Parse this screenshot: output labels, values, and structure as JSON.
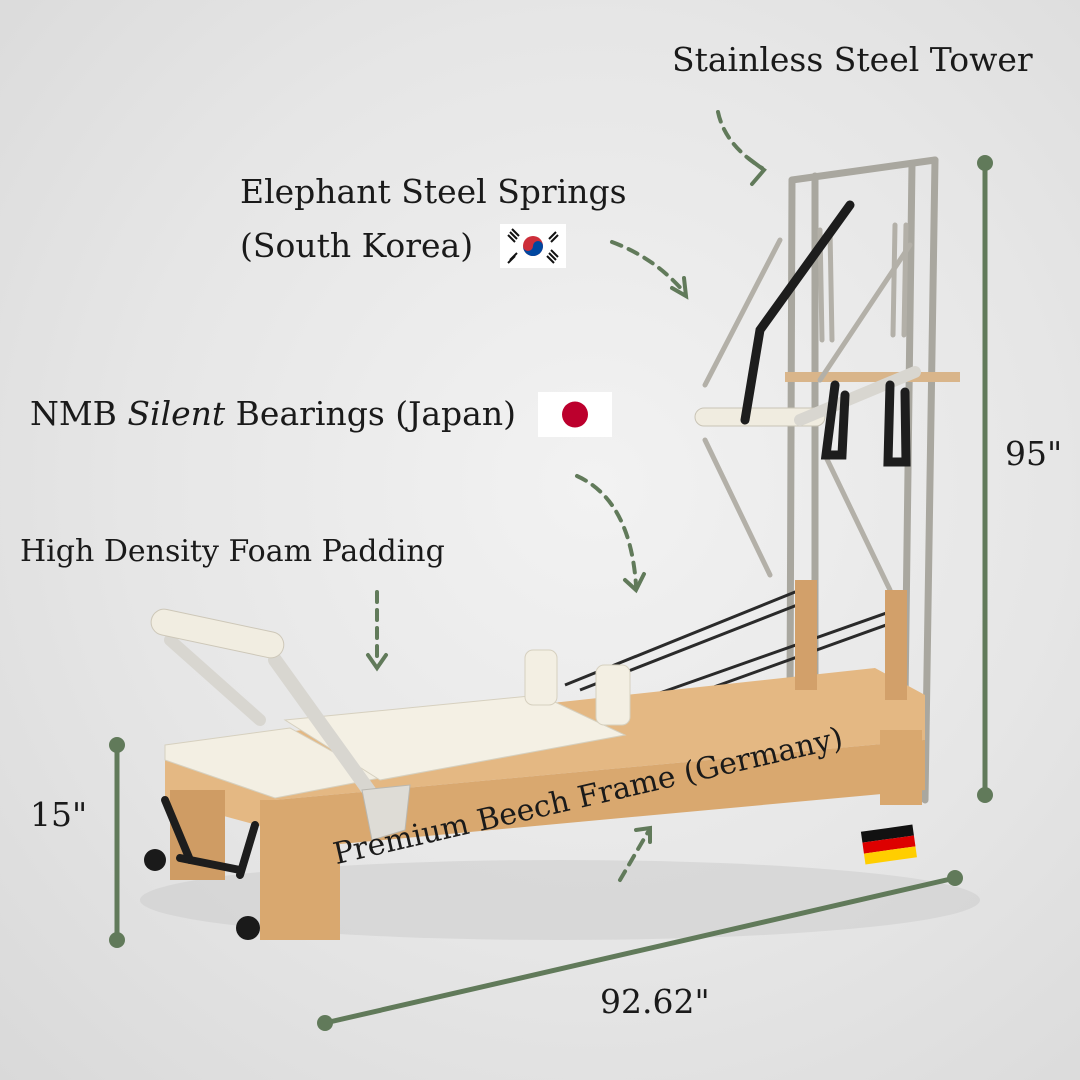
{
  "labels": {
    "tower": "Stainless Steel Tower",
    "springs_line1": "Elephant Steel Springs",
    "springs_line2": "(South Korea)",
    "bearings_prefix": "NMB ",
    "bearings_emph": "Silent",
    "bearings_suffix": " Bearings (Japan)",
    "foam": "High Density Foam Padding",
    "frame": "Premium Beech Frame (Germany)"
  },
  "dimensions": {
    "height_total": "95\"",
    "height_bed": "15\"",
    "length": "92.62\""
  },
  "flags": {
    "south_korea": "south-korea-flag-icon",
    "japan": "japan-flag-icon",
    "germany": "germany-flag-icon"
  },
  "colors": {
    "accent_green": "#617a5a",
    "wood": "#e2b57e",
    "upholstery": "#f3efe3",
    "steel": "#b9b7b0"
  }
}
